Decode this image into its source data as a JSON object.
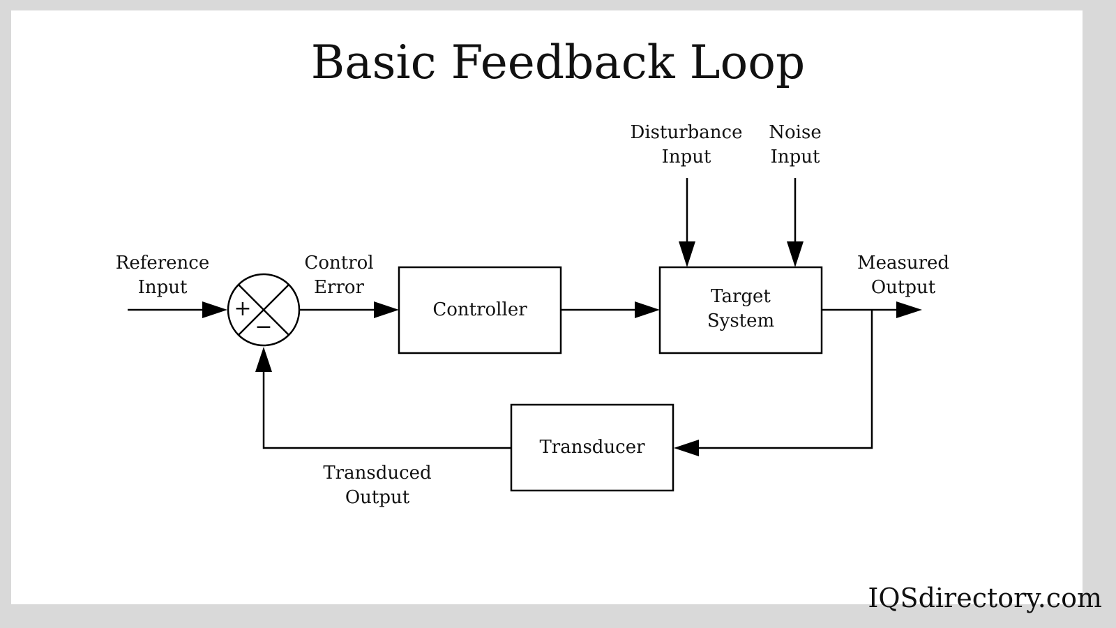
{
  "title": "Basic Feedback Loop",
  "blocks": {
    "controller": "Controller",
    "target_line1": "Target",
    "target_line2": "System",
    "transducer": "Transducer"
  },
  "summing_junction": {
    "plus": "+",
    "minus": "−"
  },
  "signals": {
    "reference_line1": "Reference",
    "reference_line2": "Input",
    "control_error_line1": "Control",
    "control_error_line2": "Error",
    "disturbance_line1": "Disturbance",
    "disturbance_line2": "Input",
    "noise_line1": "Noise",
    "noise_line2": "Input",
    "measured_line1": "Measured",
    "measured_line2": "Output",
    "transduced_line1": "Transduced",
    "transduced_line2": "Output"
  },
  "watermark": "IQSdirectory.com"
}
